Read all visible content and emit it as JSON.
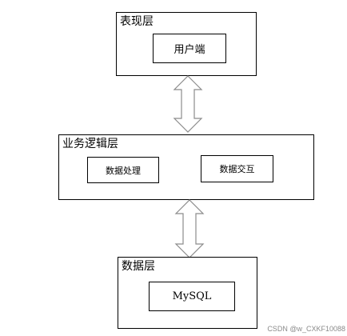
{
  "diagram": {
    "presentation_layer": {
      "title": "表现层",
      "client_box": "用户端"
    },
    "business_layer": {
      "title": "业务逻辑层",
      "processing_box": "数据处理",
      "interaction_box": "数据交互"
    },
    "data_layer": {
      "title": "数据层",
      "db_box": "MySQL"
    }
  },
  "watermark": "CSDN @w_CXKF10088"
}
